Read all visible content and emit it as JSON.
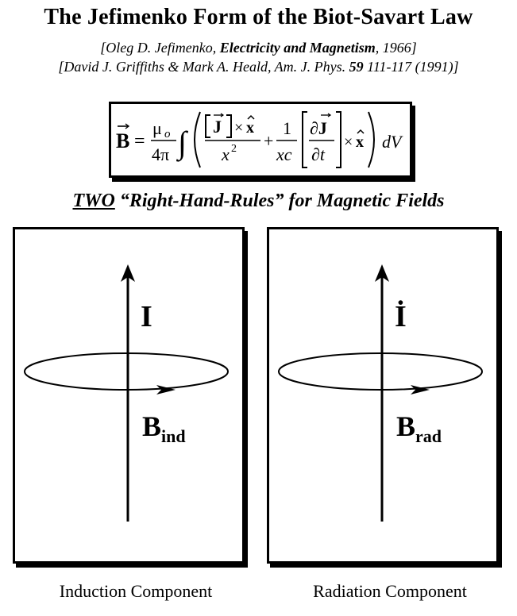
{
  "title": "The Jefimenko Form of the Biot-Savart Law",
  "references": {
    "ref1_pre": "[Oleg D. Jefimenko, ",
    "ref1_book": "Electricity and Magnetism",
    "ref1_post": ", 1966]",
    "ref2_pre": "[David J. Griffiths & Mark A. Heald, Am. J. Phys. ",
    "ref2_volume": "59",
    "ref2_post": " 111-117 (1991)]"
  },
  "equation": {
    "lhs": "B",
    "equals": "=",
    "mu": "μ",
    "mu_sub": "o",
    "four_pi": "4π",
    "integral": "∫",
    "J": "J",
    "cross": "×",
    "xhat": "x",
    "x": "x",
    "sq": "2",
    "plus": "+",
    "one": "1",
    "xc": "xc",
    "partial_J": "∂J",
    "partial_t": "∂t",
    "dV": "dV"
  },
  "subtitle": {
    "emph": "TWO",
    "rest": " “Right-Hand-Rules” for Magnetic Fields"
  },
  "panels": [
    {
      "current_label": "I",
      "field_main": "B",
      "field_sub": "ind",
      "caption": "Induction Component"
    },
    {
      "current_label": "İ",
      "field_main": "B",
      "field_sub": "rad",
      "caption": "Radiation Component"
    }
  ]
}
